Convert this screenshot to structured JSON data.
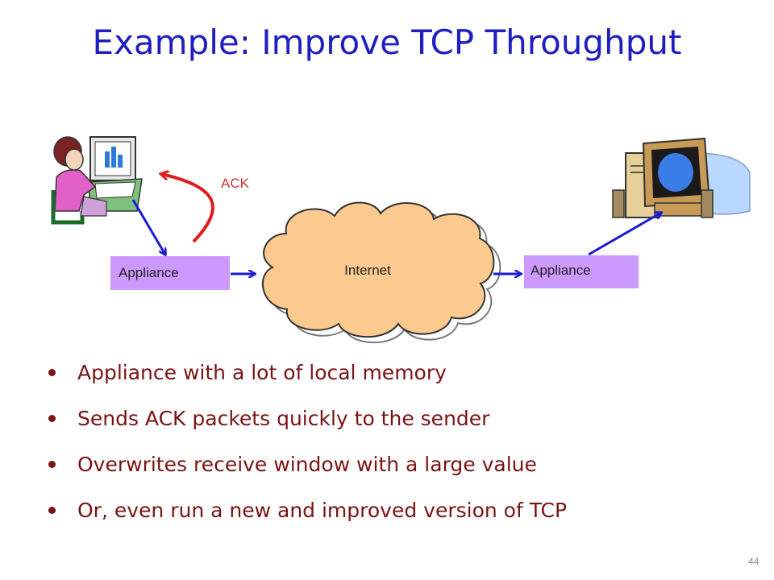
{
  "slide": {
    "title": "Example: Improve TCP Throughput",
    "page_number": "44"
  },
  "diagram": {
    "left_appliance_label": "Appliance",
    "right_appliance_label": "Appliance",
    "cloud_label": "Internet",
    "ack_label": "ACK",
    "colors": {
      "arrow": "#1a1ad6",
      "ack_arrow": "#e01e1e",
      "appliance": "#cc99ff",
      "cloud": "#fcc98f"
    }
  },
  "bullets": [
    "Appliance with a  lot of local memory",
    "Sends ACK packets quickly to the sender",
    "Overwrites receive window with a large value",
    "Or, even run a new and improved version of TCP"
  ]
}
